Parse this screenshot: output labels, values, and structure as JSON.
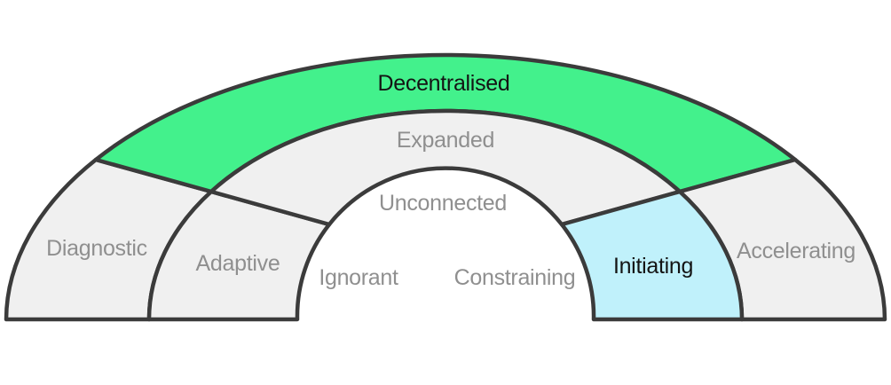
{
  "diagram": {
    "title": "capability maturity arch",
    "rings": {
      "outer": {
        "left": {
          "label": "Diagnostic",
          "fill": "gray"
        },
        "top": {
          "label": "Decentralised",
          "fill": "green"
        },
        "right": {
          "label": "Accelerating",
          "fill": "gray"
        }
      },
      "middle": {
        "left": {
          "label": "Adaptive",
          "fill": "gray"
        },
        "top": {
          "label": "Expanded",
          "fill": "gray"
        },
        "right": {
          "label": "Initiating",
          "fill": "blue"
        }
      },
      "inner": {
        "left": {
          "label": "Ignorant"
        },
        "top": {
          "label": "Unconnected"
        },
        "right": {
          "label": "Constraining"
        }
      }
    },
    "highlighted_segments": [
      "Decentralised",
      "Initiating"
    ],
    "colors": {
      "green": "#43F18C",
      "blue": "#C0F1FB",
      "gray": "#F0F0F0",
      "stroke": "#3B3B3B",
      "label_gray": "#8F8F8F",
      "label_dark": "#141414",
      "background": "#FFFFFF"
    }
  }
}
